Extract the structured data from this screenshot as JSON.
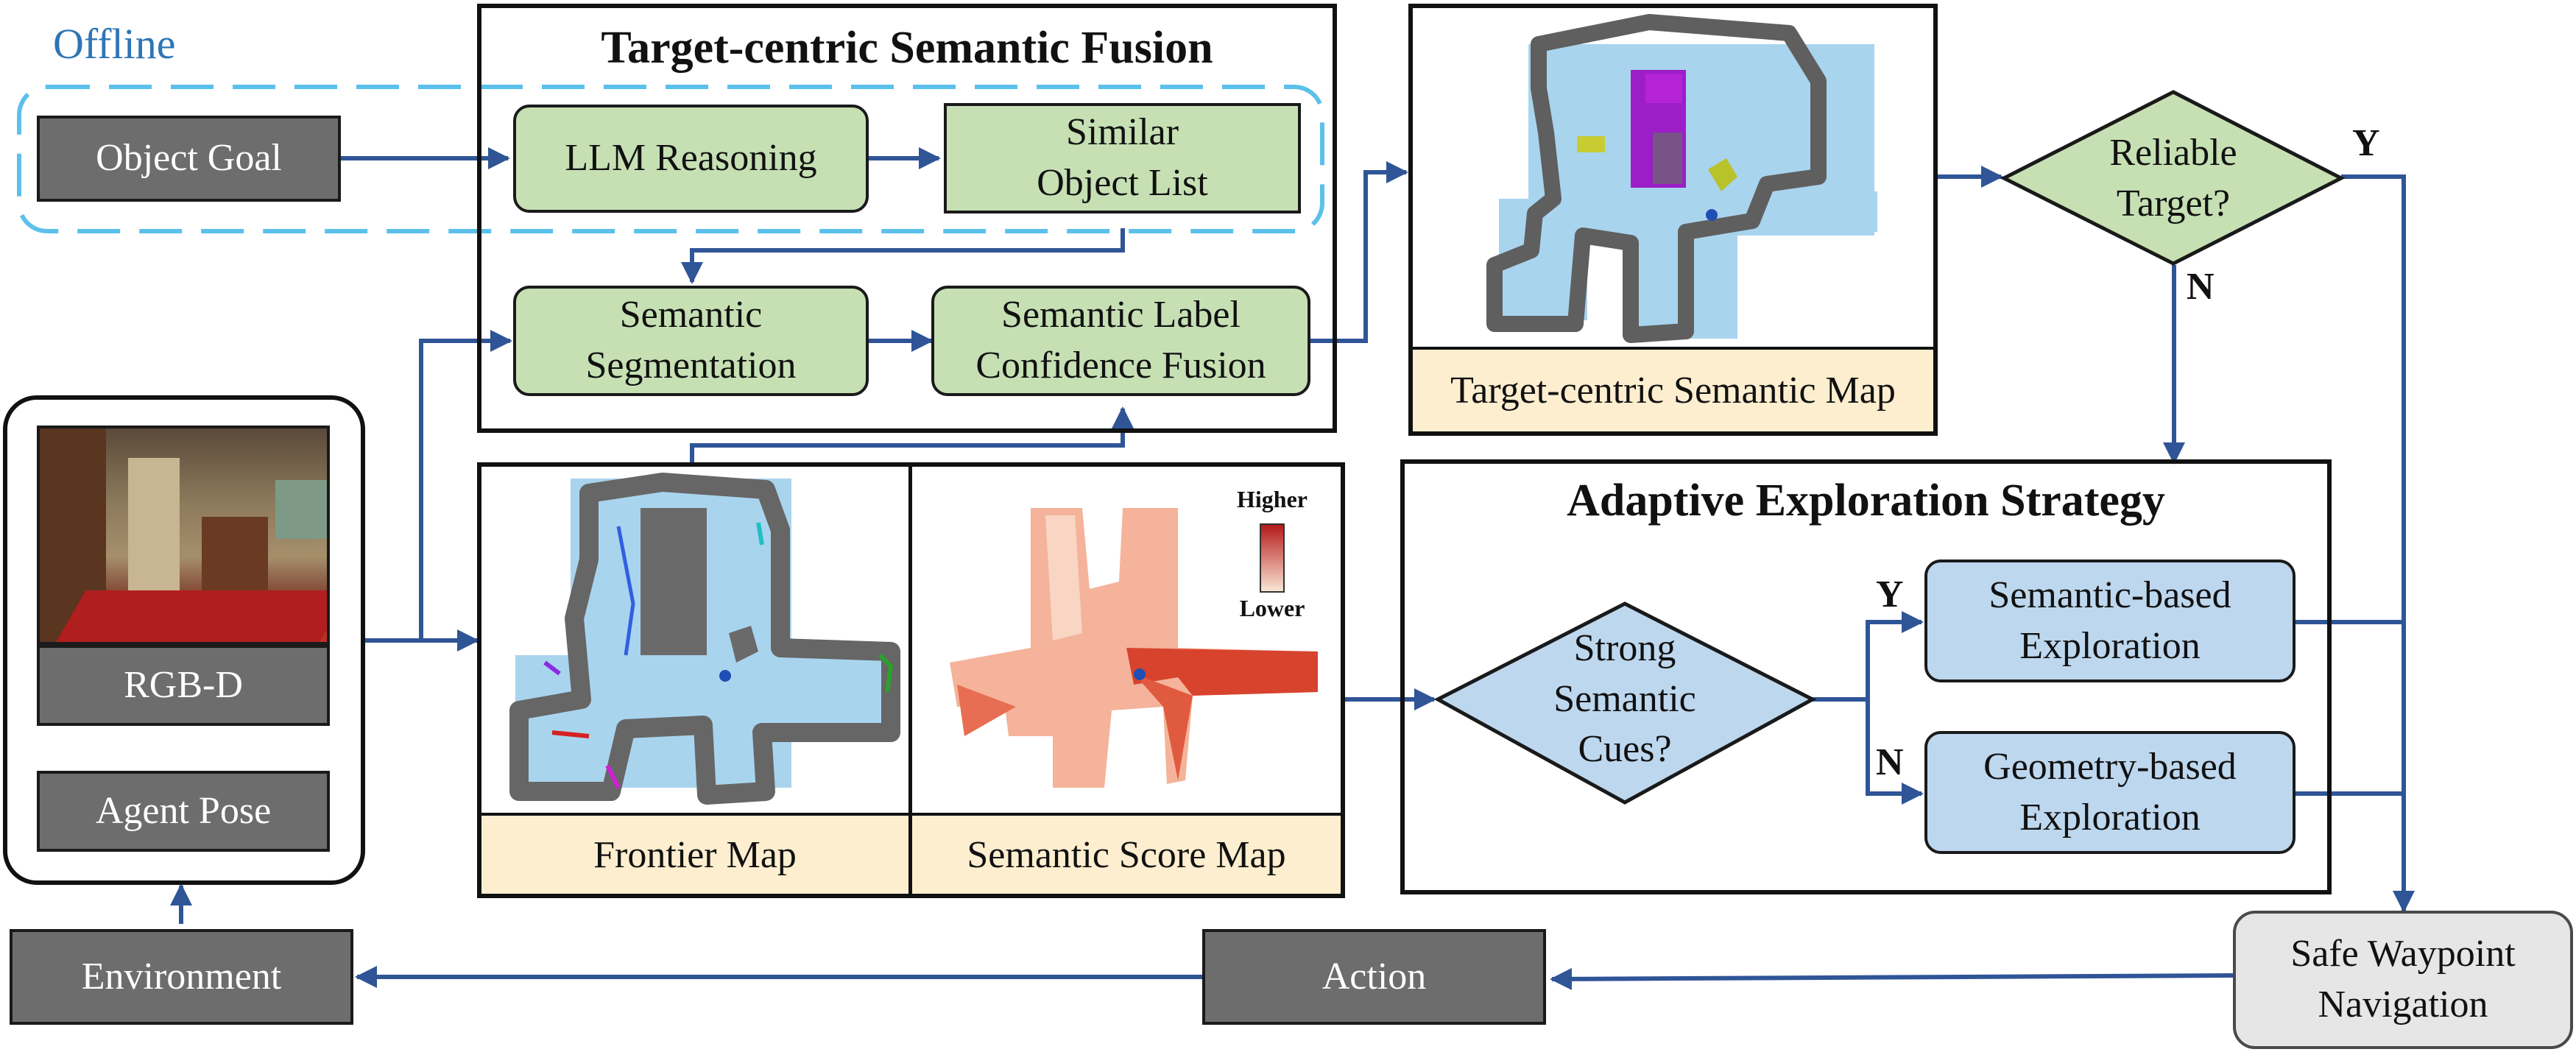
{
  "offline_label": "Offline",
  "fusion": {
    "title": "Target-centric Semantic Fusion",
    "llm": "LLM Reasoning",
    "similar": "Similar\nObject List",
    "segmentation": "Semantic\nSegmentation",
    "confidence": "Semantic Label\nConfidence Fusion"
  },
  "object_goal": "Object Goal",
  "rgbd": "RGB-D",
  "agent_pose": "Agent Pose",
  "environment": "Environment",
  "action": "Action",
  "safe_nav": "Safe Waypoint\nNavigation",
  "target_map_caption": "Target-centric Semantic Map",
  "frontier_caption": "Frontier Map",
  "score_caption": "Semantic Score Map",
  "score_higher": "Higher",
  "score_lower": "Lower",
  "reliable": "Reliable\nTarget?",
  "yes": "Y",
  "no": "N",
  "adaptive": {
    "title": "Adaptive Exploration Strategy",
    "strong": "Strong\nSemantic\nCues?",
    "semantic_expl": "Semantic-based\nExploration",
    "geometry_expl": "Geometry-based\nExploration"
  },
  "colors": {
    "arrow": "#2f5597",
    "offline_dash": "#5bc0eb",
    "offline_text": "#2e75b6",
    "green": "#c6e0b4",
    "blue": "#bdd7ee",
    "caption": "#fdeecf",
    "gray_box": "#6d6d6d",
    "map_floor": "#a9d4ee",
    "map_wall": "#5f5f5f"
  },
  "icons": [
    "rgbd-photo",
    "semantic-map-image",
    "frontier-map-image",
    "semantic-score-map-image"
  ]
}
